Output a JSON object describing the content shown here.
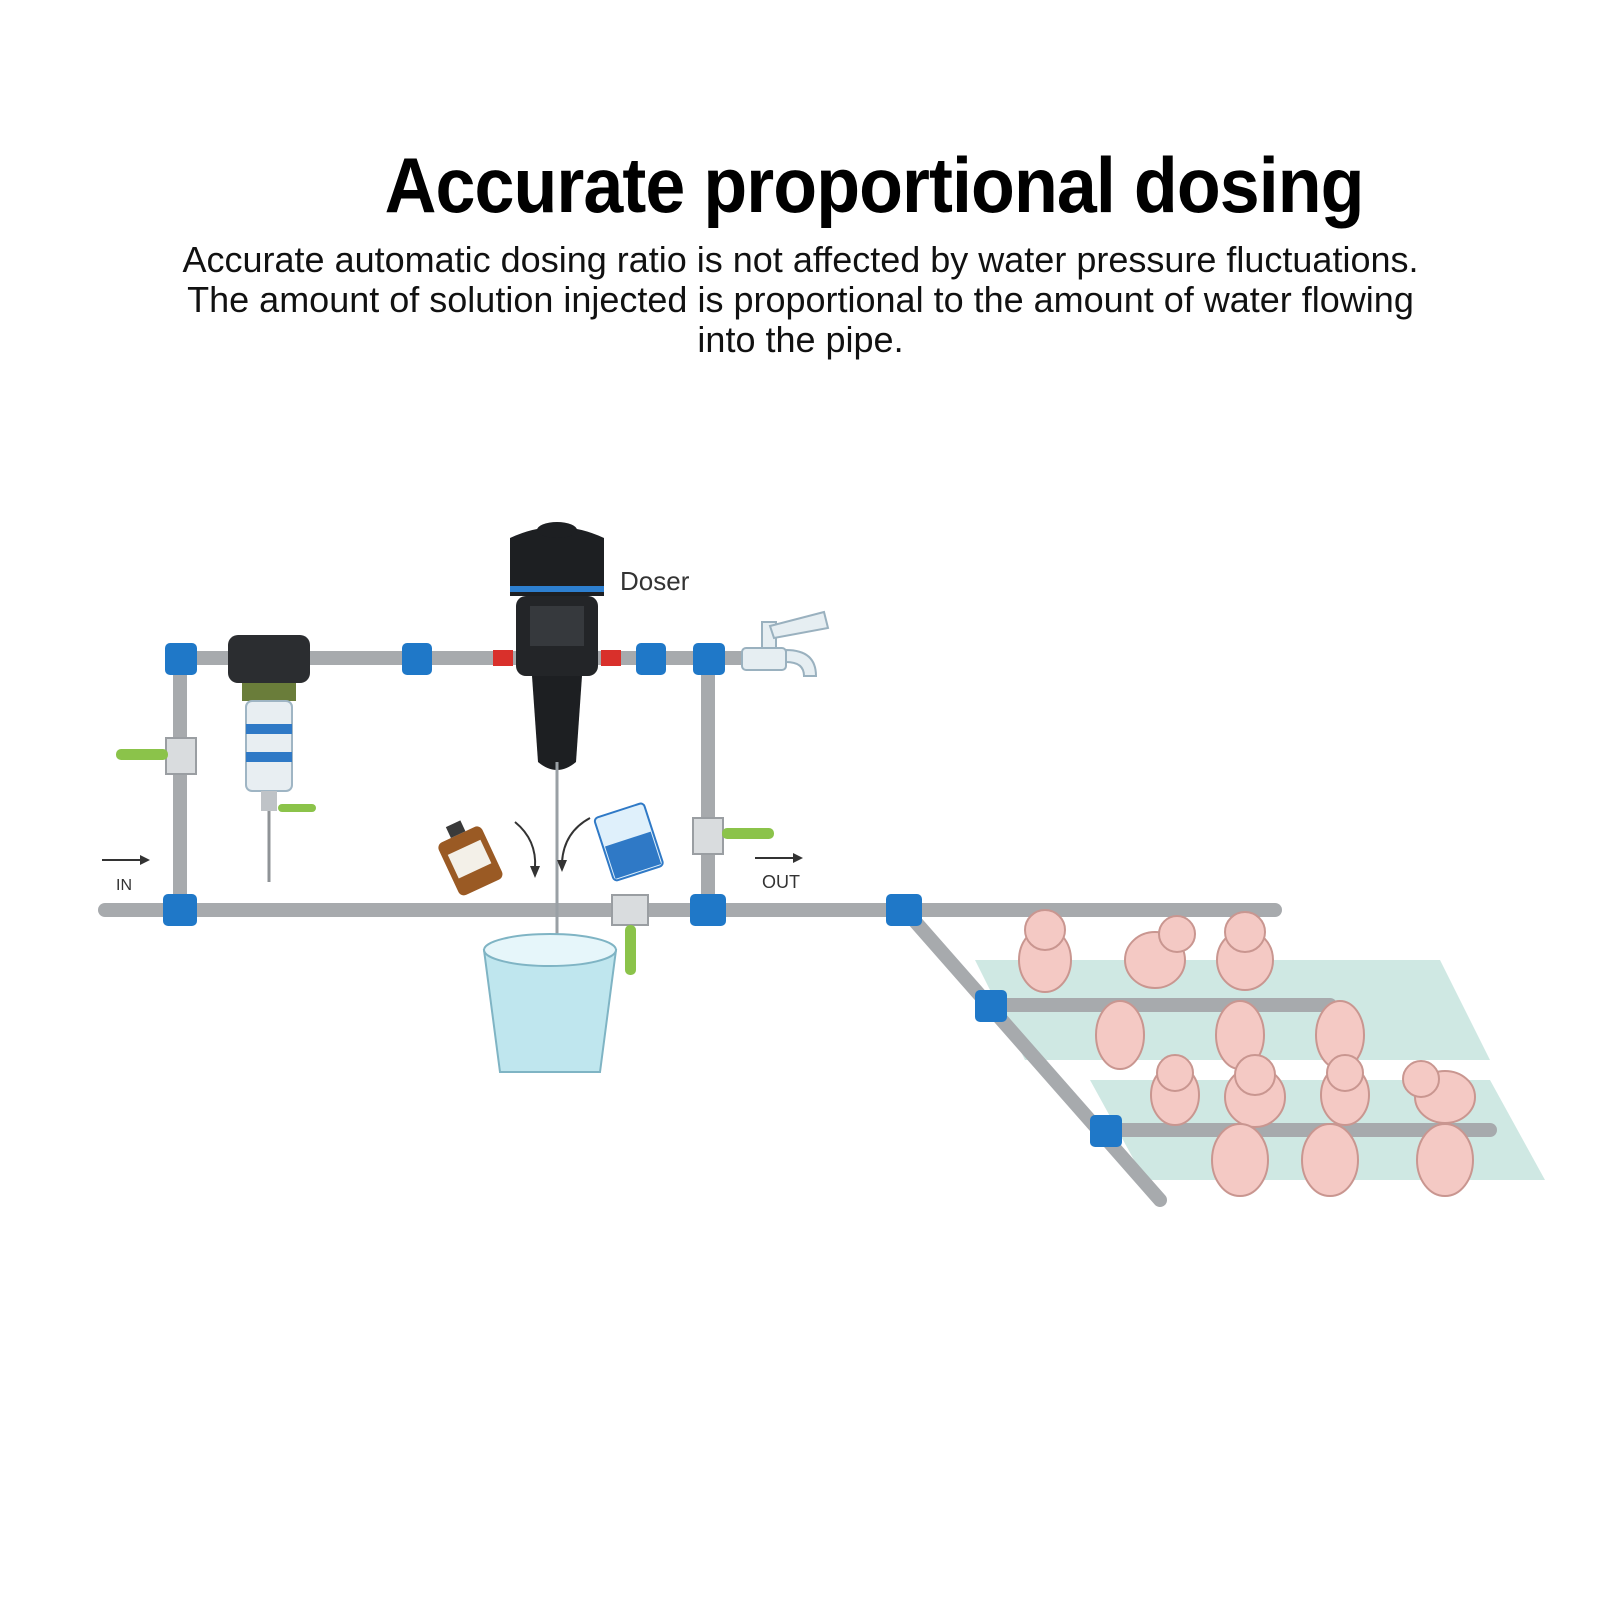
{
  "heading": "Accurate proportional dosing",
  "description": {
    "line1": "Accurate automatic dosing ratio is not affected by water pressure fluctuations.",
    "line2": "The amount of solution injected is proportional to the amount of water flowing",
    "line3": "into the pipe."
  },
  "diagram_labels": {
    "doser": "Doser",
    "inlet": "IN",
    "outlet": "OUT"
  },
  "colors": {
    "pipe": "#a7aaad",
    "fitting": "#1f78c8",
    "valve_handle": "#8bc34a",
    "doser_body": "#1d1f22",
    "bucket_water": "#bfe6ee",
    "pen_floor": "#cfe8e3",
    "pig": "#f4c9c4"
  }
}
